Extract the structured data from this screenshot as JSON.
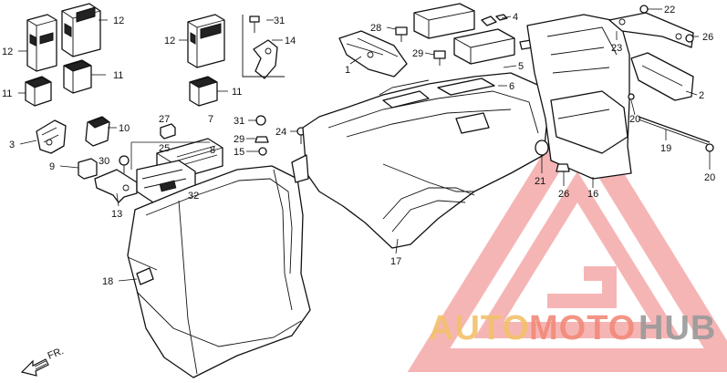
{
  "diagram": {
    "callouts": [
      {
        "id": "c1",
        "text": "1"
      },
      {
        "id": "c2",
        "text": "2"
      },
      {
        "id": "c3",
        "text": "3"
      },
      {
        "id": "c4",
        "text": "4"
      },
      {
        "id": "c5",
        "text": "5"
      },
      {
        "id": "c6",
        "text": "6"
      },
      {
        "id": "c7",
        "text": "7"
      },
      {
        "id": "c8",
        "text": "8"
      },
      {
        "id": "c9",
        "text": "9"
      },
      {
        "id": "c10",
        "text": "10"
      },
      {
        "id": "c11a",
        "text": "11"
      },
      {
        "id": "c11b",
        "text": "11"
      },
      {
        "id": "c11c",
        "text": "11"
      },
      {
        "id": "c12a",
        "text": "12"
      },
      {
        "id": "c12b",
        "text": "12"
      },
      {
        "id": "c12c",
        "text": "12"
      },
      {
        "id": "c13",
        "text": "13"
      },
      {
        "id": "c14",
        "text": "14"
      },
      {
        "id": "c15",
        "text": "15"
      },
      {
        "id": "c16",
        "text": "16"
      },
      {
        "id": "c17",
        "text": "17"
      },
      {
        "id": "c18",
        "text": "18"
      },
      {
        "id": "c19",
        "text": "19"
      },
      {
        "id": "c20a",
        "text": "20"
      },
      {
        "id": "c20b",
        "text": "20"
      },
      {
        "id": "c21",
        "text": "21"
      },
      {
        "id": "c22",
        "text": "22"
      },
      {
        "id": "c23",
        "text": "23"
      },
      {
        "id": "c24",
        "text": "24"
      },
      {
        "id": "c25",
        "text": "25"
      },
      {
        "id": "c26a",
        "text": "26"
      },
      {
        "id": "c26b",
        "text": "26"
      },
      {
        "id": "c27",
        "text": "27"
      },
      {
        "id": "c28",
        "text": "28"
      },
      {
        "id": "c29a",
        "text": "29"
      },
      {
        "id": "c29b",
        "text": "29"
      },
      {
        "id": "c30",
        "text": "30"
      },
      {
        "id": "c31a",
        "text": "31"
      },
      {
        "id": "c31b",
        "text": "31"
      },
      {
        "id": "c32",
        "text": "32"
      }
    ],
    "direction_label": "FR."
  },
  "watermark": {
    "part1": "AUTO",
    "part2": "MOTO",
    "part3": "HUB",
    "colors": {
      "auto": "#f2c26b",
      "moto": "#f28a7a",
      "hub": "#9a9a9a",
      "triangle": "#f07a7a"
    }
  }
}
